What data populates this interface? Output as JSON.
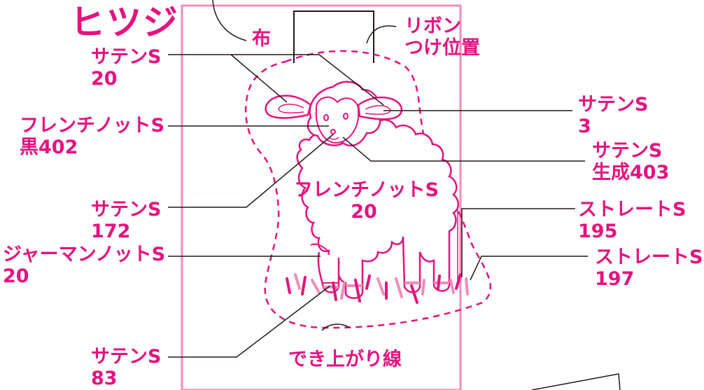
{
  "colors": {
    "magenta": "#e3137f",
    "light_pink": "#f08dbb",
    "black": "#231815"
  },
  "title": "ヒツジ",
  "labels": {
    "cloth": "布",
    "ribbon_line1": "リボン",
    "ribbon_line2": "つけ位置",
    "satin_20_name": "サテンS",
    "satin_20_num": "20",
    "french_black_name": "フレンチノットS",
    "french_black_num": "黒402",
    "satin_172_name": "サテンS",
    "satin_172_num": "172",
    "german_name": "ジャーマンノットS",
    "german_num": "20",
    "satin_83_name": "サテンS",
    "satin_83_num": "83",
    "satin_3_name": "サテンS",
    "satin_3_num": "3",
    "satin_ecru_name": "サテンS",
    "satin_ecru_num": "生成403",
    "french_body_name": "フレンチノットS",
    "french_body_num": "20",
    "straight_195_name": "ストレートS",
    "straight_195_num": "195",
    "straight_197_name": "ストレートS",
    "straight_197_num": "197",
    "finish_line": "でき上がり線"
  }
}
